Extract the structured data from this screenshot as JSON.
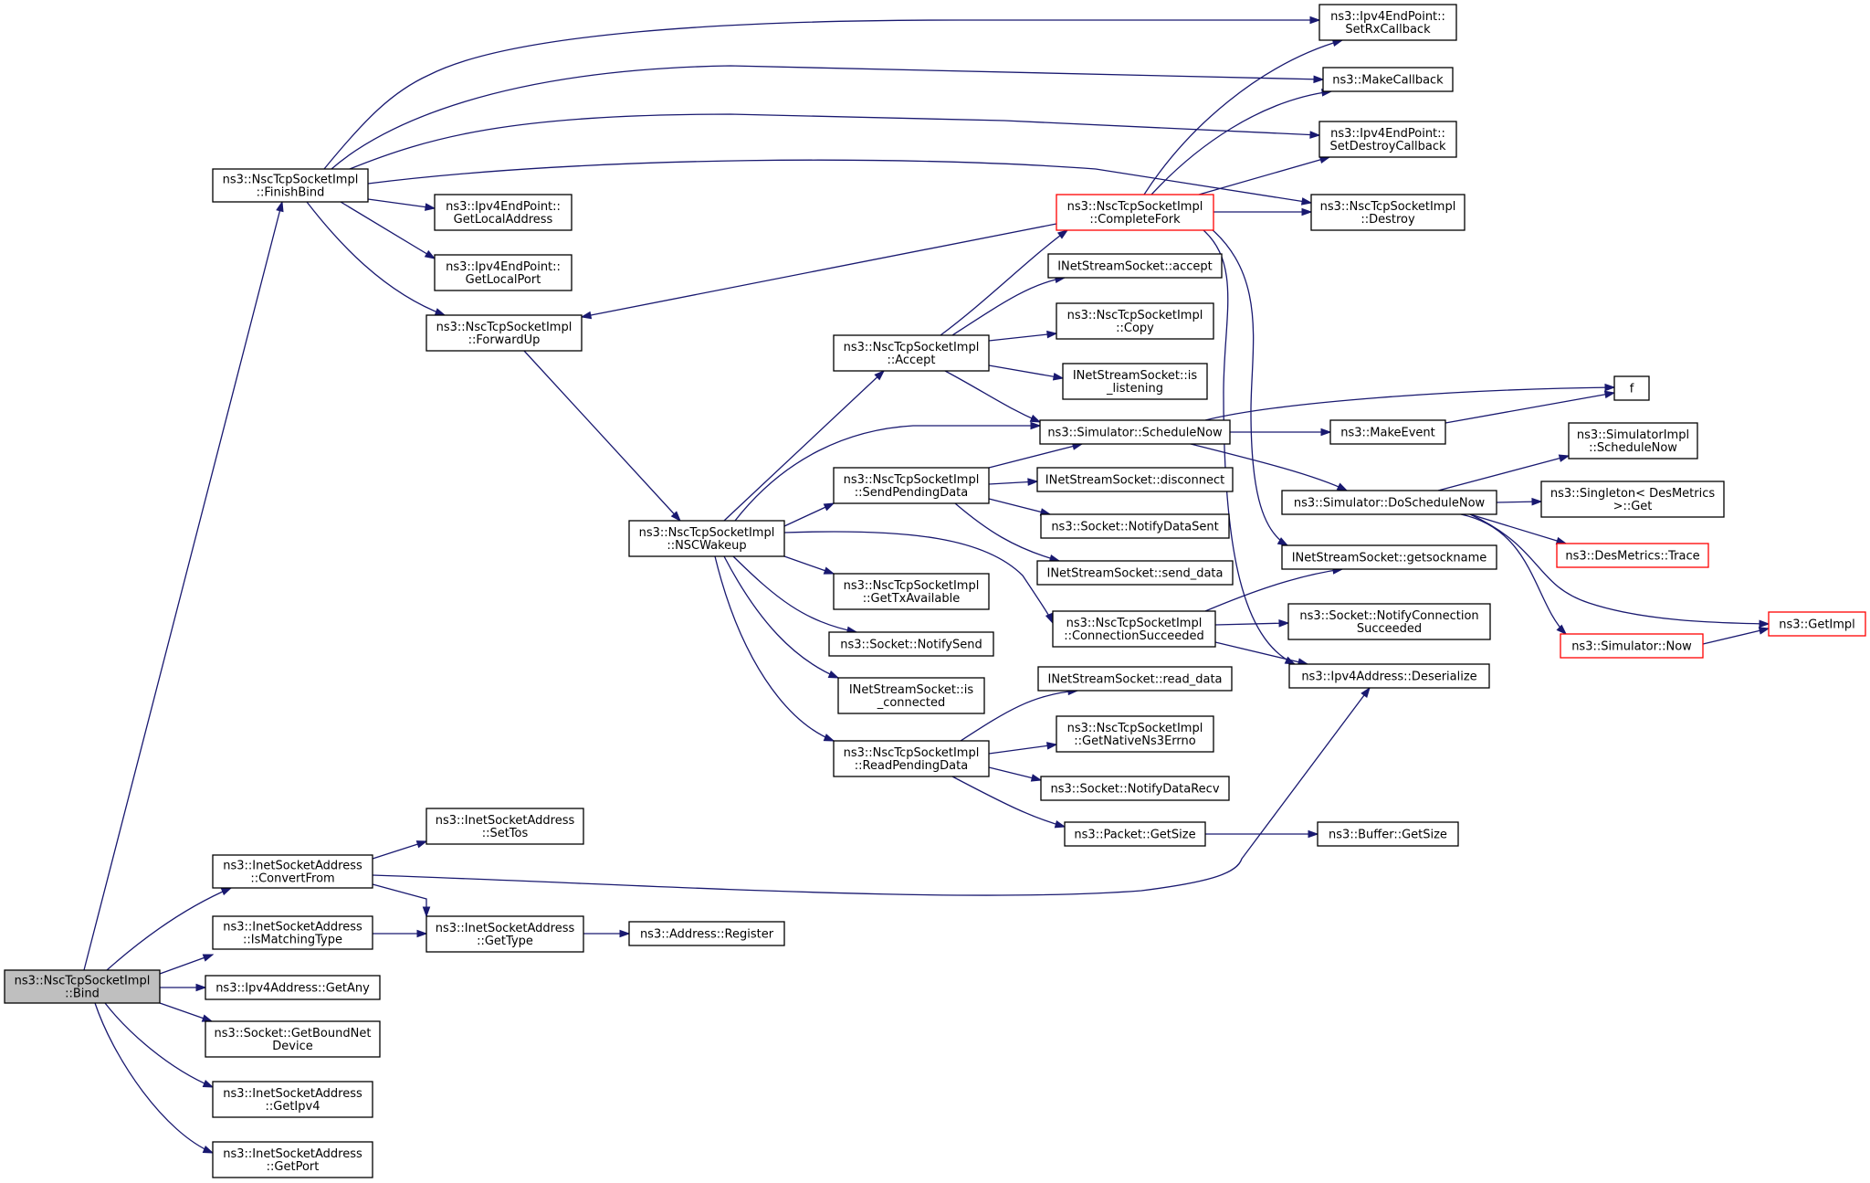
{
  "colors": {
    "edge": "#191970",
    "node_border": "#000000",
    "truncated_node_border": "#ff0000",
    "root_fill": "#bfbfbf",
    "background": "#ffffff"
  },
  "nodes": {
    "bind": {
      "lines": [
        "ns3::NscTcpSocketImpl",
        "::Bind"
      ]
    },
    "finishbind": {
      "lines": [
        "ns3::NscTcpSocketImpl",
        "::FinishBind"
      ]
    },
    "convertfrom": {
      "lines": [
        "ns3::InetSocketAddress",
        "::ConvertFrom"
      ]
    },
    "ismatchingtype": {
      "lines": [
        "ns3::InetSocketAddress",
        "::IsMatchingType"
      ]
    },
    "ipv4_getany": {
      "lines": [
        "ns3::Ipv4Address::GetAny"
      ]
    },
    "getboundnetdevice": {
      "lines": [
        "ns3::Socket::GetBoundNet",
        "Device"
      ]
    },
    "getipv4": {
      "lines": [
        "ns3::InetSocketAddress",
        "::GetIpv4"
      ]
    },
    "getport": {
      "lines": [
        "ns3::InetSocketAddress",
        "::GetPort"
      ]
    },
    "getlocaladdress": {
      "lines": [
        "ns3::Ipv4EndPoint::",
        "GetLocalAddress"
      ]
    },
    "getlocalport": {
      "lines": [
        "ns3::Ipv4EndPoint::",
        "GetLocalPort"
      ]
    },
    "forwardup": {
      "lines": [
        "ns3::NscTcpSocketImpl",
        "::ForwardUp"
      ]
    },
    "settos": {
      "lines": [
        "ns3::InetSocketAddress",
        "::SetTos"
      ]
    },
    "gettype": {
      "lines": [
        "ns3::InetSocketAddress",
        "::GetType"
      ]
    },
    "address_register": {
      "lines": [
        "ns3::Address::Register"
      ]
    },
    "nscwakeup": {
      "lines": [
        "ns3::NscTcpSocketImpl",
        "::NSCWakeup"
      ]
    },
    "accept_impl": {
      "lines": [
        "ns3::NscTcpSocketImpl",
        "::Accept"
      ]
    },
    "sendpendingdata": {
      "lines": [
        "ns3::NscTcpSocketImpl",
        "::SendPendingData"
      ]
    },
    "gettxavailable": {
      "lines": [
        "ns3::NscTcpSocketImpl",
        "::GetTxAvailable"
      ]
    },
    "notifysend": {
      "lines": [
        "ns3::Socket::NotifySend"
      ]
    },
    "is_connected": {
      "lines": [
        "INetStreamSocket::is",
        "_connected"
      ]
    },
    "readpendingdata": {
      "lines": [
        "ns3::NscTcpSocketImpl",
        "::ReadPendingData"
      ]
    },
    "completefork": {
      "lines": [
        "ns3::NscTcpSocketImpl",
        "::CompleteFork"
      ]
    },
    "ins_accept": {
      "lines": [
        "INetStreamSocket::accept"
      ]
    },
    "copy": {
      "lines": [
        "ns3::NscTcpSocketImpl",
        "::Copy"
      ]
    },
    "is_listening": {
      "lines": [
        "INetStreamSocket::is",
        "_listening"
      ]
    },
    "schedulenow": {
      "lines": [
        "ns3::Simulator::ScheduleNow"
      ]
    },
    "disconnect": {
      "lines": [
        "INetStreamSocket::disconnect"
      ]
    },
    "notifydatasent": {
      "lines": [
        "ns3::Socket::NotifyDataSent"
      ]
    },
    "send_data": {
      "lines": [
        "INetStreamSocket::send_data"
      ]
    },
    "connectionsucceeded": {
      "lines": [
        "ns3::NscTcpSocketImpl",
        "::ConnectionSucceeded"
      ]
    },
    "read_data": {
      "lines": [
        "INetStreamSocket::read_data"
      ]
    },
    "getnativens3errno": {
      "lines": [
        "ns3::NscTcpSocketImpl",
        "::GetNativeNs3Errno"
      ]
    },
    "notifydatarecv": {
      "lines": [
        "ns3::Socket::NotifyDataRecv"
      ]
    },
    "packet_getsize": {
      "lines": [
        "ns3::Packet::GetSize"
      ]
    },
    "setrxcallback": {
      "lines": [
        "ns3::Ipv4EndPoint::",
        "SetRxCallback"
      ]
    },
    "makecallback": {
      "lines": [
        "ns3::MakeCallback"
      ]
    },
    "setdestroycallback": {
      "lines": [
        "ns3::Ipv4EndPoint::",
        "SetDestroyCallback"
      ]
    },
    "destroy": {
      "lines": [
        "ns3::NscTcpSocketImpl",
        "::Destroy"
      ]
    },
    "makeevent": {
      "lines": [
        "ns3::MakeEvent"
      ]
    },
    "doschedulenow": {
      "lines": [
        "ns3::Simulator::DoScheduleNow"
      ]
    },
    "getsockname": {
      "lines": [
        "INetStreamSocket::getsockname"
      ]
    },
    "notifyconnectionsucceeded": {
      "lines": [
        "ns3::Socket::NotifyConnection",
        "Succeeded"
      ]
    },
    "deserialize": {
      "lines": [
        "ns3::Ipv4Address::Deserialize"
      ]
    },
    "buffer_getsize": {
      "lines": [
        "ns3::Buffer::GetSize"
      ]
    },
    "f": {
      "lines": [
        "f"
      ]
    },
    "simimpl_schedulenow": {
      "lines": [
        "ns3::SimulatorImpl",
        "::ScheduleNow"
      ]
    },
    "singleton_get": {
      "lines": [
        "ns3::Singleton< DesMetrics",
        " >::Get"
      ]
    },
    "desmetrics_trace": {
      "lines": [
        "ns3::DesMetrics::Trace"
      ]
    },
    "simulator_now": {
      "lines": [
        "ns3::Simulator::Now"
      ]
    },
    "getimpl": {
      "lines": [
        "ns3::GetImpl"
      ]
    }
  },
  "edges": [
    [
      "bind",
      "finishbind"
    ],
    [
      "bind",
      "convertfrom"
    ],
    [
      "bind",
      "ismatchingtype"
    ],
    [
      "bind",
      "ipv4_getany"
    ],
    [
      "bind",
      "getboundnetdevice"
    ],
    [
      "bind",
      "getipv4"
    ],
    [
      "bind",
      "getport"
    ],
    [
      "finishbind",
      "setrxcallback"
    ],
    [
      "finishbind",
      "makecallback"
    ],
    [
      "finishbind",
      "setdestroycallback"
    ],
    [
      "finishbind",
      "destroy"
    ],
    [
      "finishbind",
      "getlocaladdress"
    ],
    [
      "finishbind",
      "getlocalport"
    ],
    [
      "finishbind",
      "forwardup"
    ],
    [
      "convertfrom",
      "settos"
    ],
    [
      "convertfrom",
      "gettype"
    ],
    [
      "convertfrom",
      "deserialize"
    ],
    [
      "ismatchingtype",
      "gettype"
    ],
    [
      "gettype",
      "address_register"
    ],
    [
      "forwardup",
      "nscwakeup"
    ],
    [
      "nscwakeup",
      "accept_impl"
    ],
    [
      "nscwakeup",
      "schedulenow"
    ],
    [
      "nscwakeup",
      "sendpendingdata"
    ],
    [
      "nscwakeup",
      "gettxavailable"
    ],
    [
      "nscwakeup",
      "notifysend"
    ],
    [
      "nscwakeup",
      "is_connected"
    ],
    [
      "nscwakeup",
      "readpendingdata"
    ],
    [
      "nscwakeup",
      "connectionsucceeded"
    ],
    [
      "accept_impl",
      "completefork"
    ],
    [
      "accept_impl",
      "ins_accept"
    ],
    [
      "accept_impl",
      "copy"
    ],
    [
      "accept_impl",
      "is_listening"
    ],
    [
      "accept_impl",
      "schedulenow"
    ],
    [
      "sendpendingdata",
      "schedulenow"
    ],
    [
      "sendpendingdata",
      "disconnect"
    ],
    [
      "sendpendingdata",
      "notifydatasent"
    ],
    [
      "sendpendingdata",
      "send_data"
    ],
    [
      "readpendingdata",
      "read_data"
    ],
    [
      "readpendingdata",
      "getnativens3errno"
    ],
    [
      "readpendingdata",
      "notifydatarecv"
    ],
    [
      "readpendingdata",
      "packet_getsize"
    ],
    [
      "packet_getsize",
      "buffer_getsize"
    ],
    [
      "completefork",
      "setrxcallback"
    ],
    [
      "completefork",
      "makecallback"
    ],
    [
      "completefork",
      "setdestroycallback"
    ],
    [
      "completefork",
      "destroy"
    ],
    [
      "completefork",
      "forwardup"
    ],
    [
      "completefork",
      "getsockname"
    ],
    [
      "completefork",
      "deserialize"
    ],
    [
      "schedulenow",
      "f"
    ],
    [
      "schedulenow",
      "makeevent"
    ],
    [
      "schedulenow",
      "doschedulenow"
    ],
    [
      "makeevent",
      "f"
    ],
    [
      "doschedulenow",
      "simimpl_schedulenow"
    ],
    [
      "doschedulenow",
      "singleton_get"
    ],
    [
      "doschedulenow",
      "desmetrics_trace"
    ],
    [
      "doschedulenow",
      "simulator_now"
    ],
    [
      "doschedulenow",
      "getimpl"
    ],
    [
      "simulator_now",
      "getimpl"
    ],
    [
      "connectionsucceeded",
      "getsockname"
    ],
    [
      "connectionsucceeded",
      "notifyconnectionsucceeded"
    ],
    [
      "connectionsucceeded",
      "deserialize"
    ]
  ]
}
